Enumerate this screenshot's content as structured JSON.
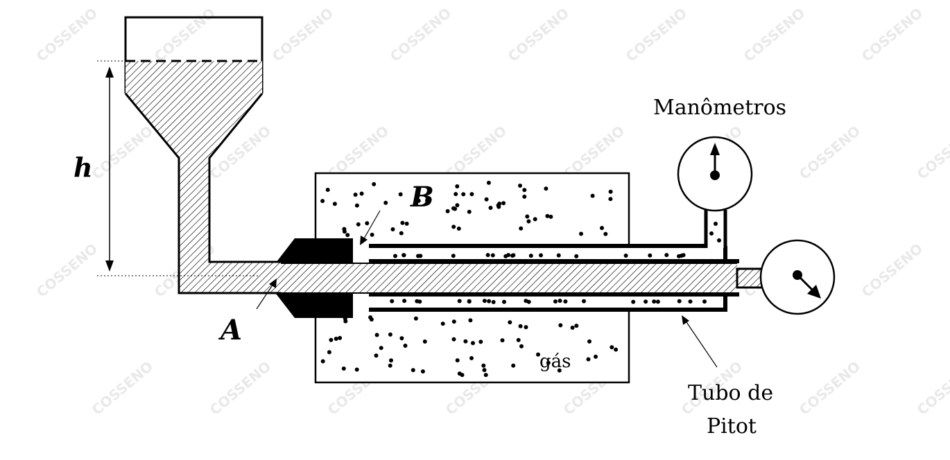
{
  "watermark": {
    "text": "COSSENO",
    "color": "#e6e6e6"
  },
  "labels": {
    "h": "h",
    "A": "A",
    "B": "B",
    "gas": "gás",
    "manometros": "Manômetros",
    "pitot_line1": "Tubo de",
    "pitot_line2": "Pitot"
  },
  "colors": {
    "ink": "#000000",
    "hatch": "#000000",
    "background": "#ffffff"
  }
}
